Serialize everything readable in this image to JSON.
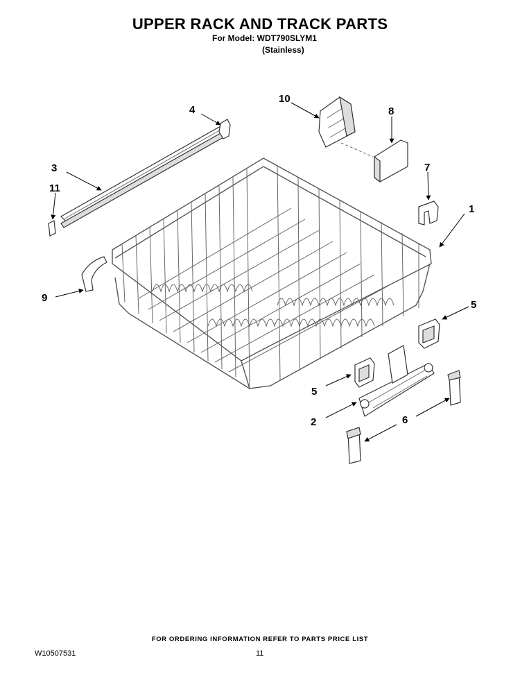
{
  "header": {
    "title": "UPPER RACK AND TRACK PARTS",
    "model_line": "For Model: WDT790SLYM1",
    "variant": "(Stainless)"
  },
  "diagram": {
    "callouts": [
      "1",
      "2",
      "3",
      "4",
      "5",
      "5",
      "6",
      "7",
      "8",
      "9",
      "10",
      "11"
    ]
  },
  "footer": {
    "ordering_note": "FOR ORDERING INFORMATION REFER TO PARTS PRICE LIST",
    "document_number": "W10507531",
    "page_number": "11"
  }
}
